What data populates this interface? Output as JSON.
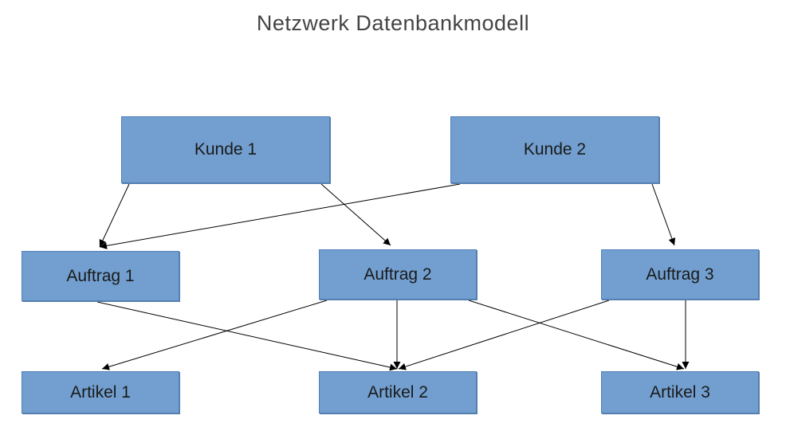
{
  "title": "Netzwerk Datenbankmodell",
  "colors": {
    "node_fill": "#729fcf",
    "node_border": "#4e7fb8",
    "edge": "#000000",
    "text": "#1a1a1a"
  },
  "nodes": {
    "kunde1": "Kunde 1",
    "kunde2": "Kunde 2",
    "auftrag1": "Auftrag 1",
    "auftrag2": "Auftrag 2",
    "auftrag3": "Auftrag 3",
    "artikel1": "Artikel 1",
    "artikel2": "Artikel 2",
    "artikel3": "Artikel 3"
  },
  "edges": [
    {
      "from": "kunde1",
      "to": "auftrag1"
    },
    {
      "from": "kunde1",
      "to": "auftrag2"
    },
    {
      "from": "kunde2",
      "to": "auftrag1"
    },
    {
      "from": "kunde2",
      "to": "auftrag3"
    },
    {
      "from": "auftrag1",
      "to": "artikel2"
    },
    {
      "from": "auftrag2",
      "to": "artikel1"
    },
    {
      "from": "auftrag2",
      "to": "artikel2"
    },
    {
      "from": "auftrag2",
      "to": "artikel3"
    },
    {
      "from": "auftrag3",
      "to": "artikel2"
    },
    {
      "from": "auftrag3",
      "to": "artikel3"
    }
  ]
}
